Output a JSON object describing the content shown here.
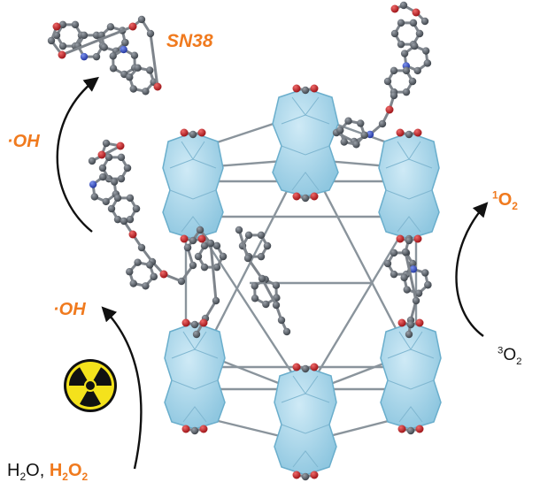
{
  "labels": {
    "product": "SN38",
    "radical_top": "·OH",
    "radical_left": "·OH",
    "singlet_oxygen": "¹O₂",
    "singlet_oxygen_pre": "1",
    "singlet_oxygen_base": "O",
    "singlet_oxygen_sub": "2",
    "triplet_oxygen_pre": "3",
    "triplet_oxygen_base": "O",
    "triplet_oxygen_sub": "2",
    "reactant_water": "H",
    "reactant_water_sub": "2",
    "reactant_water_tail": "O,",
    "reactant_peroxide": "H",
    "reactant_peroxide_sub1": "2",
    "reactant_peroxide_mid": "O",
    "reactant_peroxide_sub2": "2"
  },
  "colors": {
    "accent": "#f07a1e",
    "cluster_fill": "#a8d8ec",
    "cluster_stroke": "#6aaecc",
    "atom_carbon": "#5a6068",
    "atom_oxygen": "#c0242a",
    "atom_nitrogen": "#3a56c8",
    "bond": "#8a8f96",
    "radiation_yellow": "#f4e21c",
    "radiation_black": "#111111"
  },
  "icons": {
    "radiation": "radiation-trefoil-icon",
    "arrows": "curved-arrow-icon"
  }
}
